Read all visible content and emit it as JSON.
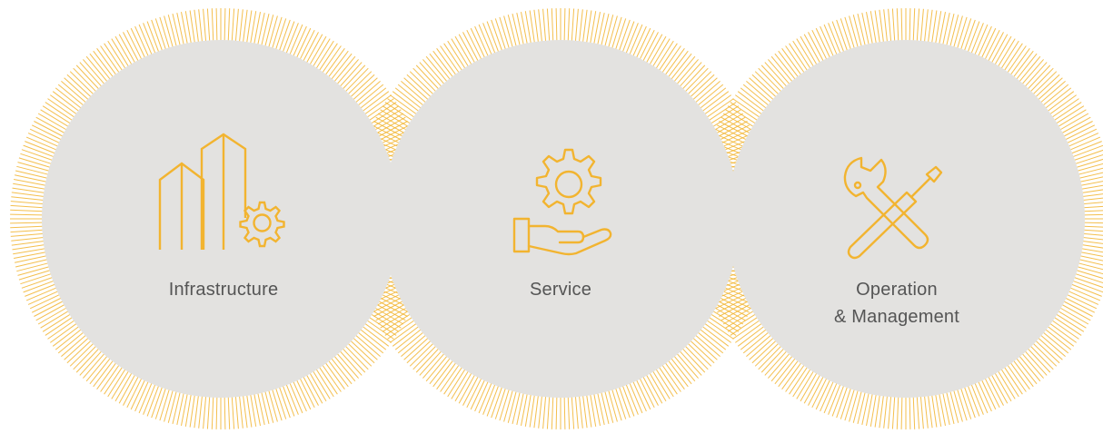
{
  "colors": {
    "accent": "#F2B430",
    "circle_fill": "#E3E2E0",
    "text": "#555555",
    "background": "#FFFFFF"
  },
  "items": [
    {
      "label": "Infrastructure",
      "icon": "buildings-gear-icon"
    },
    {
      "label": "Service",
      "icon": "hand-gear-icon"
    },
    {
      "label": "Operation\n& Management",
      "icon": "wrench-screwdriver-icon"
    }
  ]
}
